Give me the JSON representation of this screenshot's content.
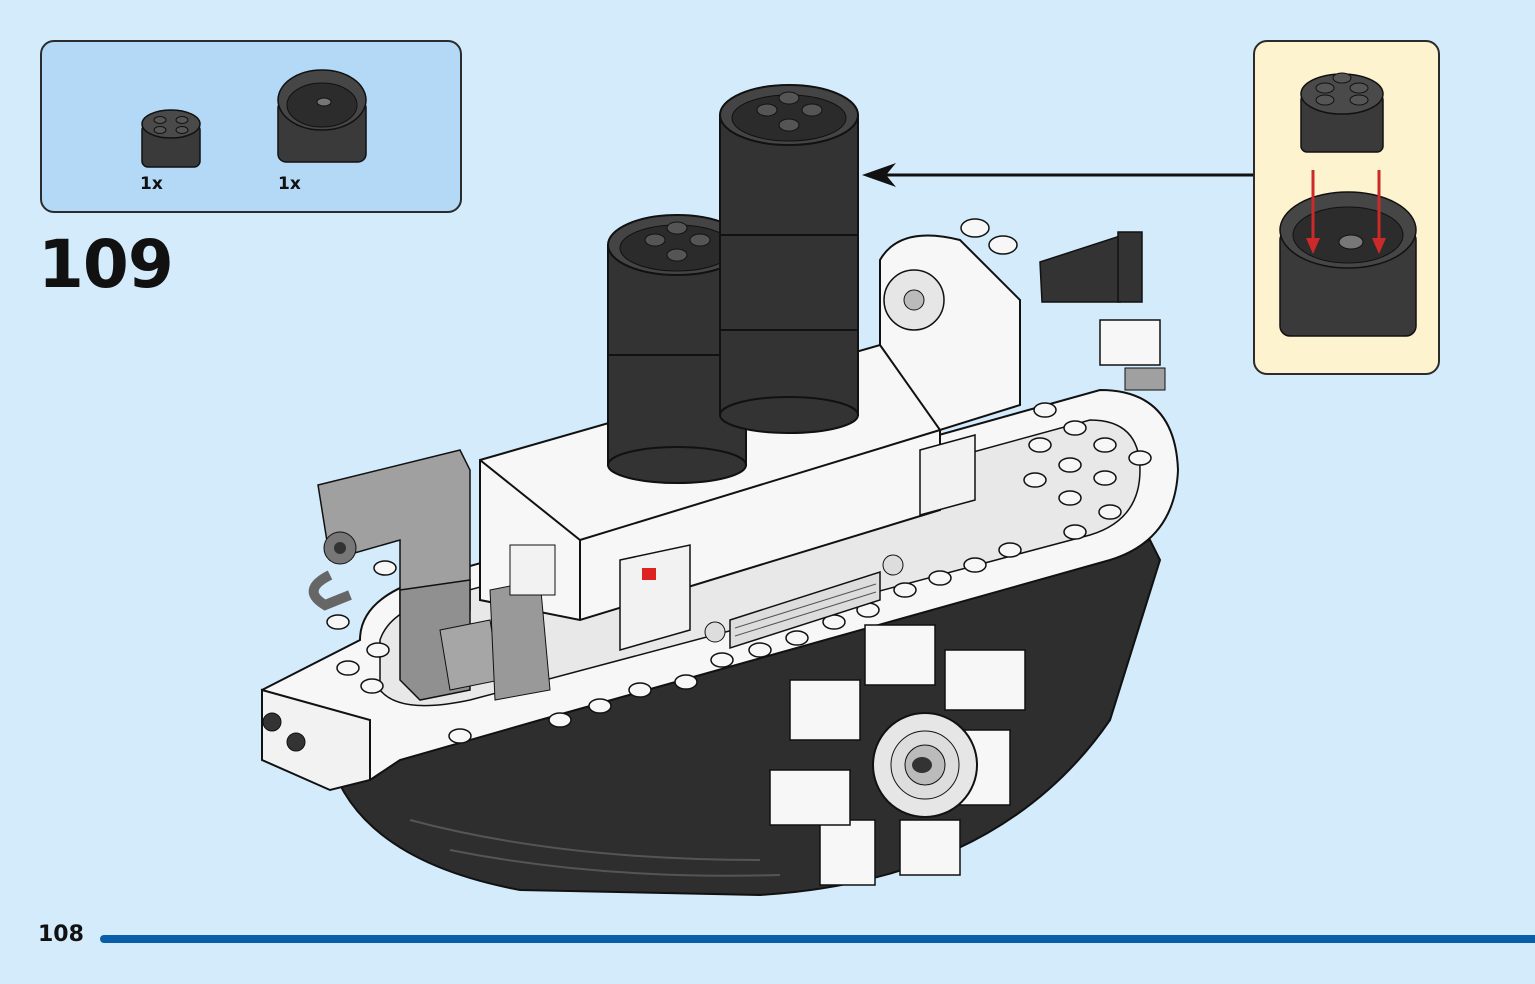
{
  "parts_list": {
    "items": [
      {
        "name": "round-brick-2x2",
        "color": "#3a3a3a",
        "quantity_label": "1x"
      },
      {
        "name": "round-brick-4x4-hollow",
        "color": "#3a3a3a",
        "quantity_label": "1x"
      }
    ]
  },
  "step": {
    "number": "109"
  },
  "callout": {
    "arrow_color": "#cc2a2a"
  },
  "footer": {
    "page_number": "108",
    "bar_color": "#0a5ea8"
  },
  "colors": {
    "background": "#d3ebfb",
    "parts_box": "#b3d9f6",
    "callout_box": "#fdf3cf",
    "brick_dark": "#3a3a3a",
    "brick_white": "#f7f7f7",
    "brick_gray": "#a0a0a0"
  }
}
